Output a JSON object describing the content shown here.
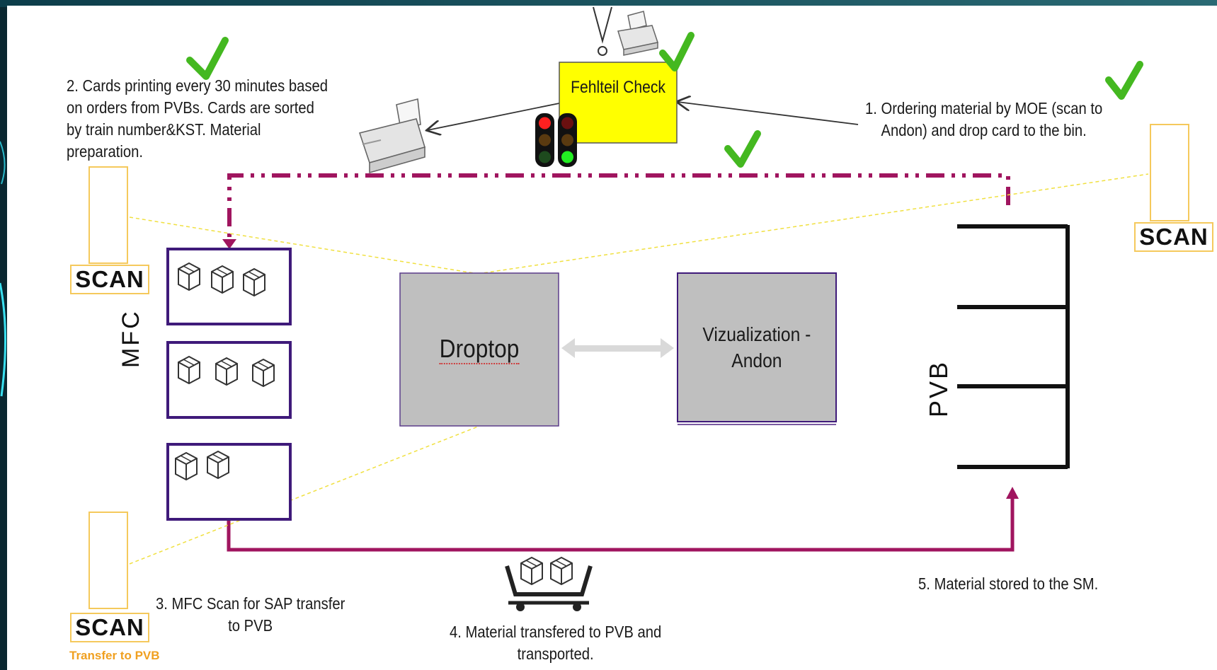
{
  "diagram": {
    "steps": {
      "step1": "1. Ordering material by MOE (scan to\nAndon) and drop card to the bin.",
      "step2": "2. Cards printing every 30 minutes based\non orders from PVBs. Cards are sorted\nby train number&KST. Material\npreparation.",
      "step3": "3. MFC Scan for SAP transfer\nto PVB",
      "step4": "4. Material transfered to PVB and\ntransported.",
      "step5": "5. Material stored to the SM."
    },
    "fehlteil_check": "Fehlteil Check",
    "droptop": "Droptop",
    "vizualization": "Vizualization -\nAndon",
    "mfc_label": "MFC",
    "pvb_label": "PVB",
    "scan_labels": [
      "SCAN",
      "SCAN",
      "SCAN"
    ],
    "transfer_label": "Transfer to PVB",
    "colors": {
      "flow_line": "#a0155f",
      "fehlteil_bg": "#ffff00",
      "mfc_border": "#3f1a7a",
      "box_fill": "#bfbfbf",
      "check": "#44b820",
      "scan_border": "#f5c95c",
      "transfer_text": "#f0a020"
    },
    "icons": [
      "check-icon",
      "printer-icon",
      "traffic-light-icon",
      "barcode-scanner-icon",
      "package-box-icon",
      "cart-icon"
    ]
  }
}
